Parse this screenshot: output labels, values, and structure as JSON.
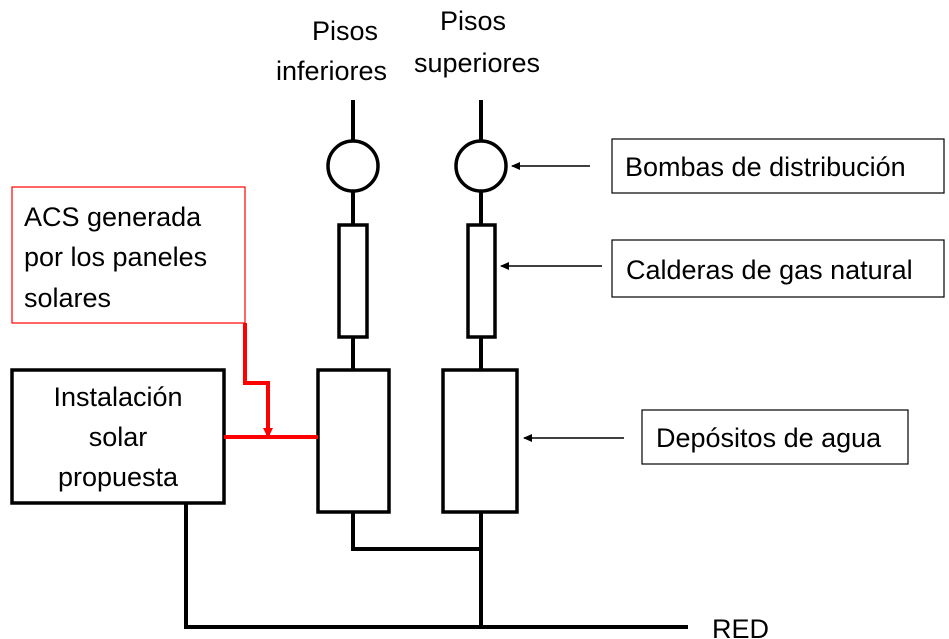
{
  "top_labels": {
    "lower": [
      "Pisos",
      "inferiores"
    ],
    "upper": [
      "Pisos",
      "superiores"
    ]
  },
  "callouts": {
    "pumps": "Bombas de distribución",
    "boilers": "Calderas de gas natural",
    "tanks": "Depósitos de agua"
  },
  "solar_installation": [
    "Instalación",
    "solar",
    "propuesta"
  ],
  "acs_note": [
    "ACS generada",
    "por los paneles",
    "solares"
  ],
  "grid_label": "RED",
  "colors": {
    "lines": "#000000",
    "solar_feed": "#ff0000",
    "background": "#ffffff"
  }
}
